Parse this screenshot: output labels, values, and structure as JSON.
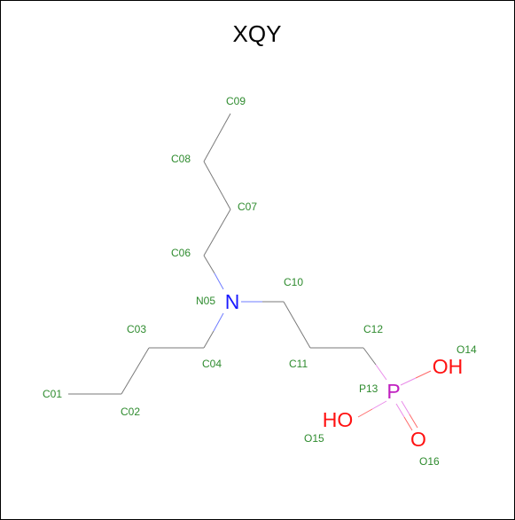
{
  "title": "XQY",
  "colors": {
    "carbon_label": "#2e8b2e",
    "bond_carbon": "#7a7a7a",
    "bond_nitrogen": "#6f7cff",
    "bond_phosphorus": "#e98ce9",
    "bond_oxygen": "#ff6b6b",
    "nitrogen": "#1a1aff",
    "phosphorus": "#c020c0",
    "oxygen": "#ff1111"
  },
  "atoms": {
    "c01": "C01",
    "c02": "C02",
    "c03": "C03",
    "c04": "C04",
    "n05_label": "N05",
    "n05_symbol": "N",
    "c06": "C06",
    "c07": "C07",
    "c08": "C08",
    "c09": "C09",
    "c10": "C10",
    "c11": "C11",
    "c12": "C12",
    "p13_label": "P13",
    "p13_symbol": "P",
    "o14_label": "O14",
    "o14_symbol": "OH",
    "o15_label": "O15",
    "o15_symbol": "HO",
    "o16_label": "O16",
    "o16_symbol": "O"
  }
}
